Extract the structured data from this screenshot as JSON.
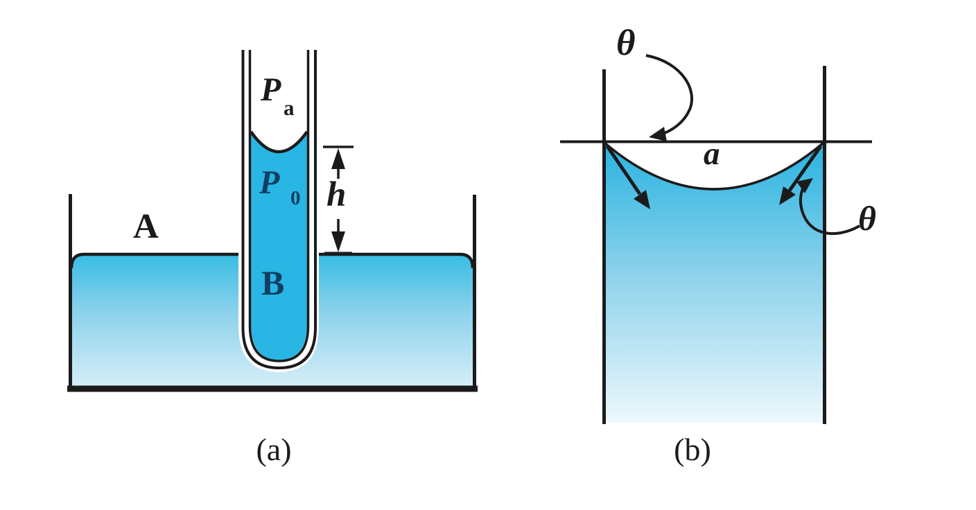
{
  "figure_title": "capillary-rise-and-meniscus-diagram",
  "colors": {
    "line": "#1b1b1b",
    "tube_liquid": "#29b6e4",
    "container_gradient_top": "#38bce4",
    "container_gradient_mid": "#8fd3ec",
    "container_gradient_bottom": "#d8eff8",
    "figb_gradient_top": "#29b3e1",
    "figb_gradient_mid": "#93d4ec",
    "figb_gradient_bottom": "#eef8fd",
    "label_navy": "#0f3f63",
    "background": "#ffffff"
  },
  "panel_a": {
    "caption": "(a)",
    "labels": {
      "pa_main": "P",
      "pa_sub": "a",
      "p0_main": "P",
      "p0_sub": "0",
      "point_a": "A",
      "point_b": "B",
      "height": "h"
    }
  },
  "panel_b": {
    "caption": "(b)",
    "labels": {
      "theta_top": "θ",
      "theta_right": "θ",
      "width_a": "a"
    }
  }
}
